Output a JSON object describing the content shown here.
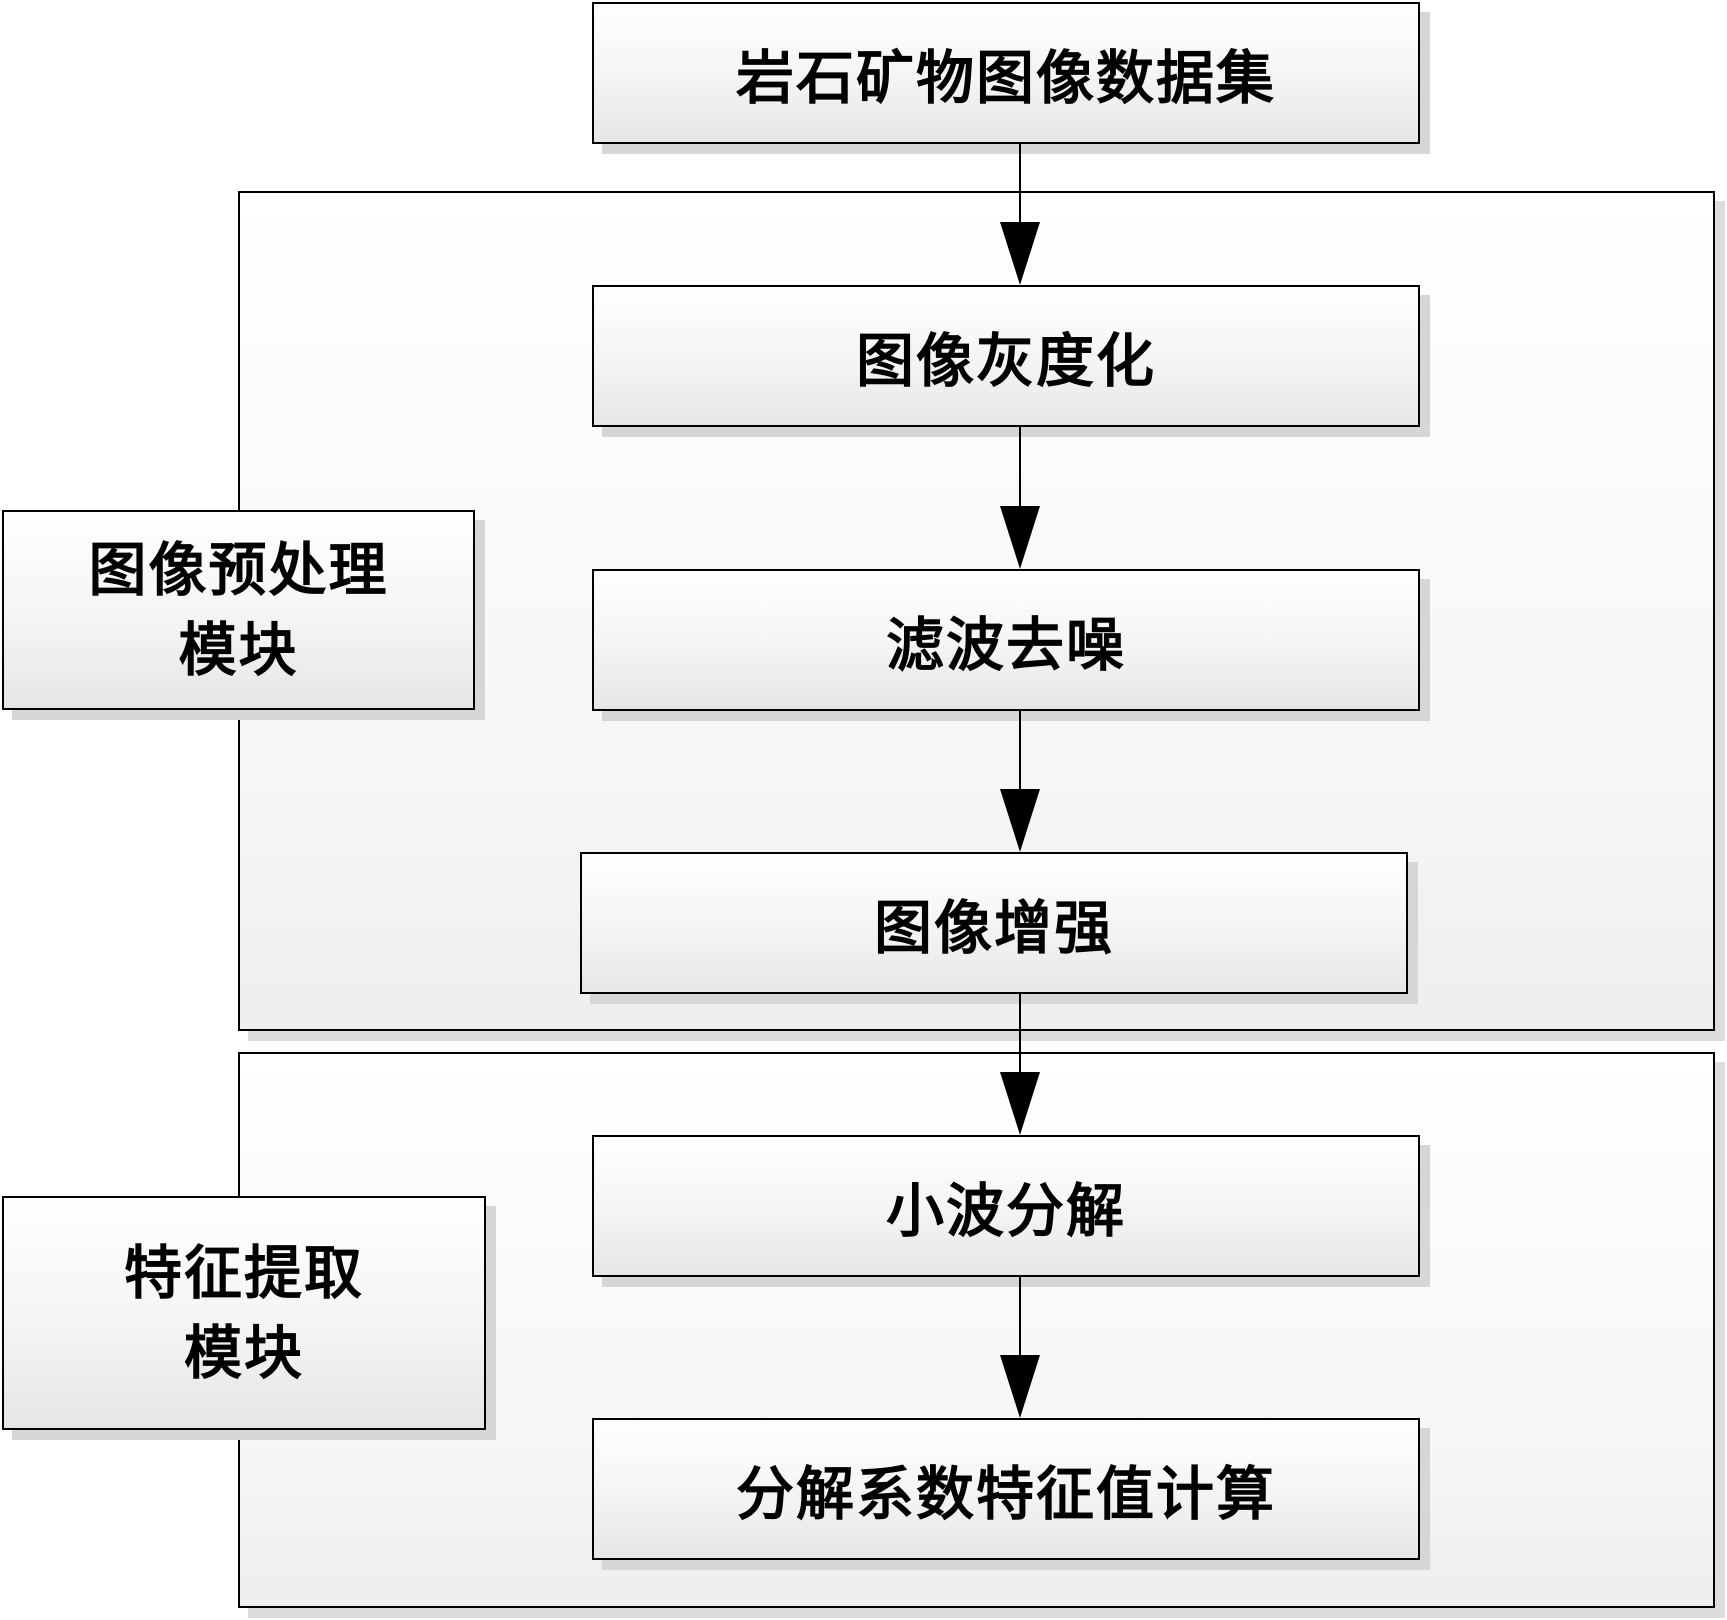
{
  "diagram": {
    "start_node": {
      "label": "岩石矿物图像数据集"
    },
    "modules": [
      {
        "label_line1": "图像预处理",
        "label_line2": "模块",
        "steps": [
          "图像灰度化",
          "滤波去噪",
          "图像增强"
        ]
      },
      {
        "label_line1": "特征提取",
        "label_line2": "模块",
        "steps": [
          "小波分解",
          "分解系数特征值计算"
        ]
      }
    ],
    "colors": {
      "stroke": "#000000",
      "box_fill": "#f2f2f2",
      "shadow": "#d6d6d6"
    }
  }
}
